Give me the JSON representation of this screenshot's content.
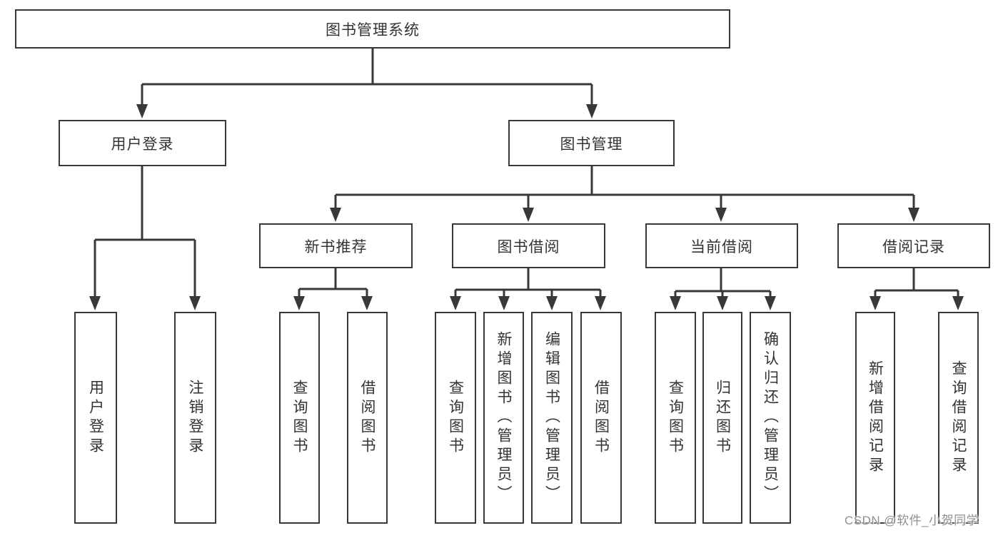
{
  "nodes": {
    "root": "图书管理系统",
    "level2": [
      "用户登录",
      "图书管理"
    ],
    "level3": [
      "新书推荐",
      "图书借阅",
      "当前借阅",
      "借阅记录"
    ],
    "leaves": [
      "用户登录",
      "注销登录",
      "查询图书",
      "借阅图书",
      "查询图书",
      "新增图书（管理员）",
      "编辑图书（管理员）",
      "借阅图书",
      "查询图书",
      "归还图书",
      "确认归还（管理员）",
      "新增借阅记录",
      "查询借阅记录"
    ]
  },
  "hierarchy": {
    "图书管理系统": {
      "用户登录": [
        "用户登录",
        "注销登录"
      ],
      "图书管理": {
        "新书推荐": [
          "查询图书",
          "借阅图书"
        ],
        "图书借阅": [
          "查询图书",
          "新增图书（管理员）",
          "编辑图书（管理员）",
          "借阅图书"
        ],
        "当前借阅": [
          "查询图书",
          "归还图书",
          "确认归还（管理员）"
        ],
        "借阅记录": [
          "新增借阅记录",
          "查询借阅记录"
        ]
      }
    }
  },
  "watermark": {
    "text": "CSDN @软件_小贺同学"
  },
  "colors": {
    "line": "#383838",
    "text": "#333333",
    "box_background": "#ffffff",
    "watermark": "#8f8f8f",
    "background": "#ffffff"
  }
}
